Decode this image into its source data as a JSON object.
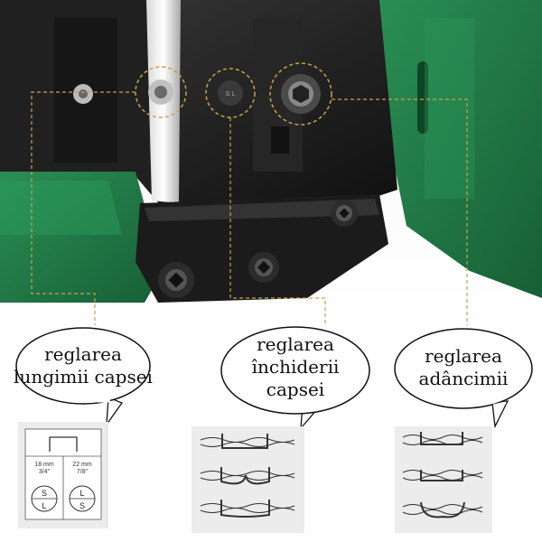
{
  "bubbles": {
    "left": {
      "line1": "reglarea",
      "line2": "lungimii capsei"
    },
    "middle": {
      "line1": "reglarea",
      "line2": "închiderii",
      "line3": "capsei"
    },
    "right": {
      "line1": "reglarea",
      "line2": "adâncimii"
    }
  },
  "gauge": {
    "left_size": "18 mm",
    "left_inch": "3/4\"",
    "right_size": "22 mm",
    "right_inch": "7/8\"",
    "left_symbol_top": "S",
    "left_symbol_bottom": "L",
    "right_symbol_top": "L",
    "right_symbol_bottom": "S"
  },
  "colors": {
    "tool_green": "#1f7a45",
    "tool_black": "#1b1b1b",
    "highlight": "#c9a24a"
  }
}
